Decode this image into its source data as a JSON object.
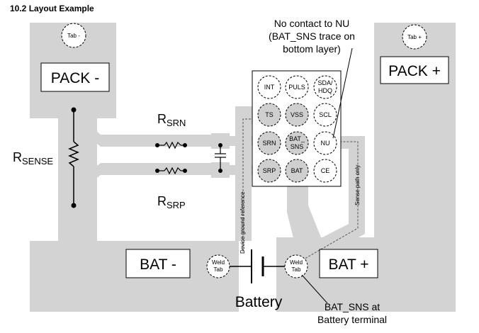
{
  "title": "10.2 Layout Example",
  "labels": {
    "pack_minus": "PACK -",
    "pack_plus": "PACK +",
    "bat_minus": "BAT -",
    "bat_plus": "BAT +",
    "tab_minus": "Tab -",
    "tab_plus": "Tab +",
    "weld_tab_top": "Weld",
    "weld_tab_bottom": "Tab",
    "battery": "Battery",
    "r_sense_main": "R",
    "r_sense_sub": "SENSE",
    "r_srn_main": "R",
    "r_srn_sub": "SRN",
    "r_srp_main": "R",
    "r_srp_sub": "SRP",
    "device_ground_ref": "Device ground reference",
    "sense_path_only": "Sense path only"
  },
  "notes": {
    "nu_line1": "No contact to NU",
    "nu_line2": "(BAT_SNS trace on",
    "nu_line3": "bottom layer)",
    "batsns_line1": "BAT_SNS at",
    "batsns_line2": "Battery terminal"
  },
  "pins": {
    "int": "INT",
    "puls": "PULS",
    "sda_1": "SDA/",
    "sda_2": "HDQ",
    "ts": "TS",
    "vss": "VSS",
    "scl": "SCL",
    "srn": "SRN",
    "bat_sns_1": "BAT_",
    "bat_sns_2": "SNS",
    "nu": "NU",
    "srp": "SRP",
    "bat": "BAT",
    "ce": "CE"
  },
  "colors": {
    "copper": "#d3d3d3",
    "pin_grey": "#cfcfcf",
    "line": "#000000"
  }
}
